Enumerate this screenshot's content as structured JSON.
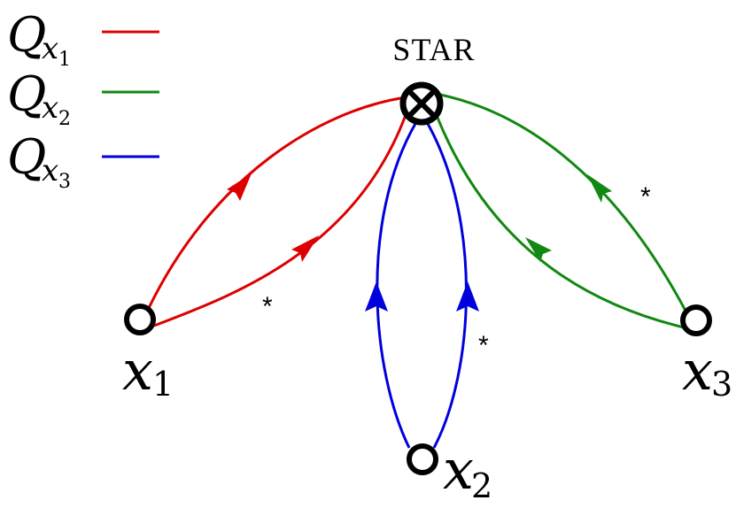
{
  "colors": {
    "red": "#dd0000",
    "green": "#118811",
    "blue": "#0000dd",
    "black": "#000000"
  },
  "legend": [
    {
      "base": "Q",
      "var": "x",
      "sub": "1",
      "color": "#dd0000"
    },
    {
      "base": "Q",
      "var": "x",
      "sub": "2",
      "color": "#118811"
    },
    {
      "base": "Q",
      "var": "x",
      "sub": "3",
      "color": "#0000dd"
    }
  ],
  "star": {
    "label": "STAR",
    "icon": "circled-x-icon"
  },
  "nodes": [
    {
      "var": "x",
      "sub": "1"
    },
    {
      "var": "x",
      "sub": "2"
    },
    {
      "var": "x",
      "sub": "3"
    }
  ],
  "asterisk": "*"
}
